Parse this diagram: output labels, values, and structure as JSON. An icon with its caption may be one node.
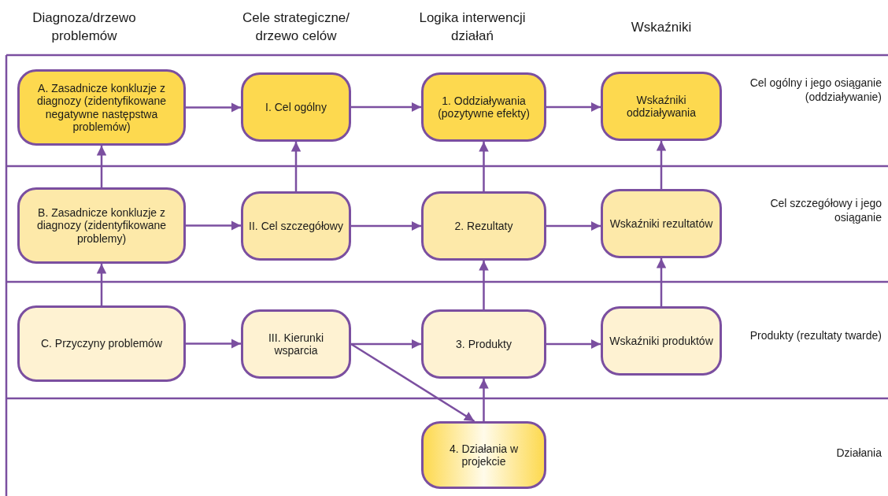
{
  "diagram": {
    "nodes": [
      {
        "text": [
          "A. Zasadnicze konkluzje z diagnozy (zidentyfikowane negatywne następstwa problemów)"
        ]
      },
      {
        "text": [
          "I. Cel ogólny"
        ]
      },
      {
        "text": [
          "1. Oddziaływania (pozytywne efekty)"
        ]
      },
      {
        "text": [
          "Wskaźniki oddziaływania"
        ]
      },
      {
        "text": [
          "B. Zasadnicze konkluzje z diagnozy (zidentyfikowane problemy)"
        ]
      },
      {
        "text": [
          "II. Cel szczegółowy"
        ]
      },
      {
        "text": [
          "2. Rezultaty"
        ]
      },
      {
        "text": [
          "Wskaźniki rezultatów"
        ]
      },
      {
        "text": [
          "C. Przyczyny problemów"
        ]
      },
      {
        "text": [
          "III. Kierunki wsparcia"
        ]
      },
      {
        "text": [
          "3. Produkty"
        ]
      },
      {
        "text": [
          "Wskaźniki produktów"
        ]
      },
      {
        "text": [
          "4. Działania w projekcie"
        ]
      }
    ],
    "edges": [
      {
        "from": 0,
        "to": 1,
        "arrow": "to"
      },
      {
        "from": 1,
        "to": 2,
        "arrow": "to"
      },
      {
        "from": 2,
        "to": 3,
        "arrow": "to"
      },
      {
        "from": 4,
        "to": 5,
        "arrow": "to"
      },
      {
        "from": 5,
        "to": 6,
        "arrow": "to"
      },
      {
        "from": 6,
        "to": 7,
        "arrow": "to"
      },
      {
        "from": 8,
        "to": 9,
        "arrow": "to"
      },
      {
        "from": 9,
        "to": 10,
        "arrow": "to"
      },
      {
        "from": 10,
        "to": 11,
        "arrow": "to"
      },
      {
        "from": 4,
        "to": 0,
        "arrow": "to"
      },
      {
        "from": 5,
        "to": 1,
        "arrow": "to"
      },
      {
        "from": 6,
        "to": 2,
        "arrow": "to"
      },
      {
        "from": 7,
        "to": 3,
        "arrow": "to"
      },
      {
        "from": 8,
        "to": 4,
        "arrow": "to"
      },
      {
        "from": 10,
        "to": 6,
        "arrow": "to"
      },
      {
        "from": 11,
        "to": 7,
        "arrow": "to"
      },
      {
        "from": 12,
        "to": 10,
        "arrow": "to"
      },
      {
        "from": 9,
        "to": 12,
        "arrow": "to"
      }
    ],
    "labels": [
      "Diagnoza/drzewo problemów",
      "Cele strategiczne/ drzewo celów",
      "Logika interwencji działań",
      "Wskaźniki",
      "Cel ogólny i jego osiąganie (oddziaływanie)",
      "Cel szczegółowy i jego osiąganie",
      "Produkty (rezultaty twarde)",
      "Działania"
    ]
  }
}
